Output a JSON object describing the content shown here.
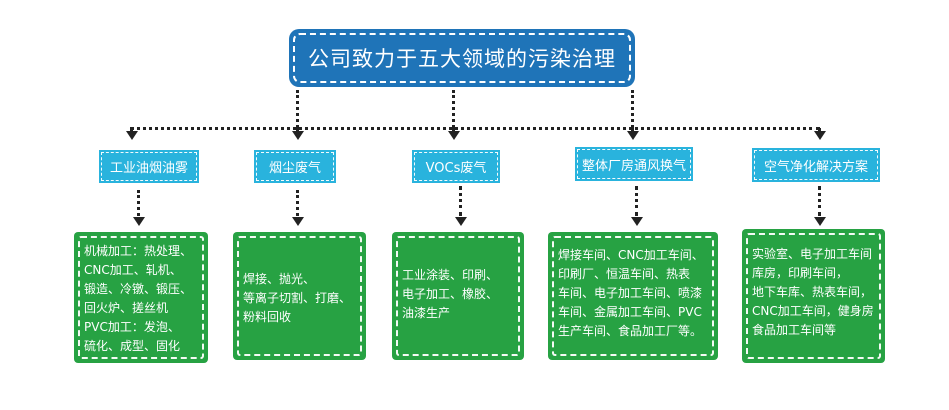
{
  "title": "公司致力于五大领域的污染治理",
  "categories": [
    {
      "label": "工业油烟油雾",
      "details": [
        "机械加工：热处理、",
        "CNC加工、轧机、",
        "锻造、冷镦、锻压、",
        "回火炉、搓丝机",
        "PVC加工：发泡、",
        "硫化、成型、固化"
      ]
    },
    {
      "label": "烟尘废气",
      "details": [
        "焊接、抛光、",
        "等离子切割、打磨、",
        "粉料回收"
      ]
    },
    {
      "label": "VOCs废气",
      "details": [
        "工业涂装、印刷、",
        "电子加工、橡胶、",
        "油漆生产"
      ]
    },
    {
      "label": "整体厂房通风换气",
      "details": [
        "焊接车间、CNC加工车间、",
        "印刷厂、恒温车间、热表",
        "车间、电子加工车间、喷漆",
        "车间、金属加工车间、PVC",
        "生产车间、食品加工厂等。"
      ]
    },
    {
      "label": "空气净化解决方案",
      "details": [
        "实验室、电子加工车间",
        "库房，印刷车间，",
        "地下车库、热表车间，",
        "CNC加工车间，健身房",
        "食品加工车间等"
      ]
    }
  ],
  "colors": {
    "title_bg": "#1f74b8",
    "category_bg": "#29b3dd",
    "detail_bg": "#27a243",
    "connector": "#222222"
  }
}
